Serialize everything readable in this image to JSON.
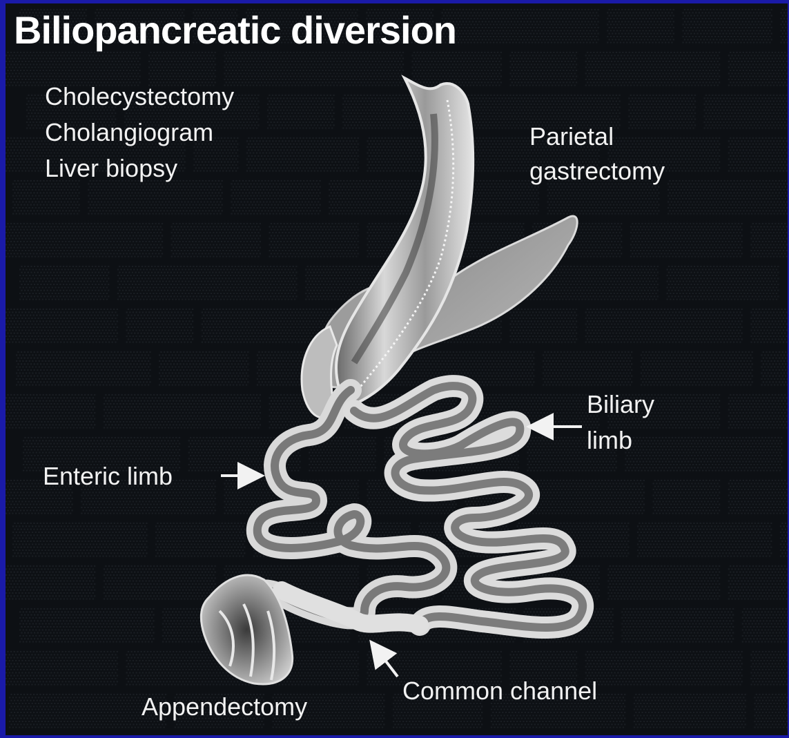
{
  "title": "Biliopancreatic diversion",
  "labels": {
    "procedures_left": [
      "Cholecystectomy",
      "Cholangiogram",
      "Liver biopsy"
    ],
    "parietal_gastrectomy": [
      "Parietal",
      "gastrectomy"
    ],
    "biliary_limb": [
      "Biliary",
      "limb"
    ],
    "enteric_limb": "Enteric limb",
    "common_channel": "Common channel",
    "appendectomy": "Appendectomy"
  },
  "colors": {
    "border": "#1a1aa8",
    "background": "#0d1014",
    "text": "#f2f2f2",
    "organ": "#cfcfcf"
  }
}
